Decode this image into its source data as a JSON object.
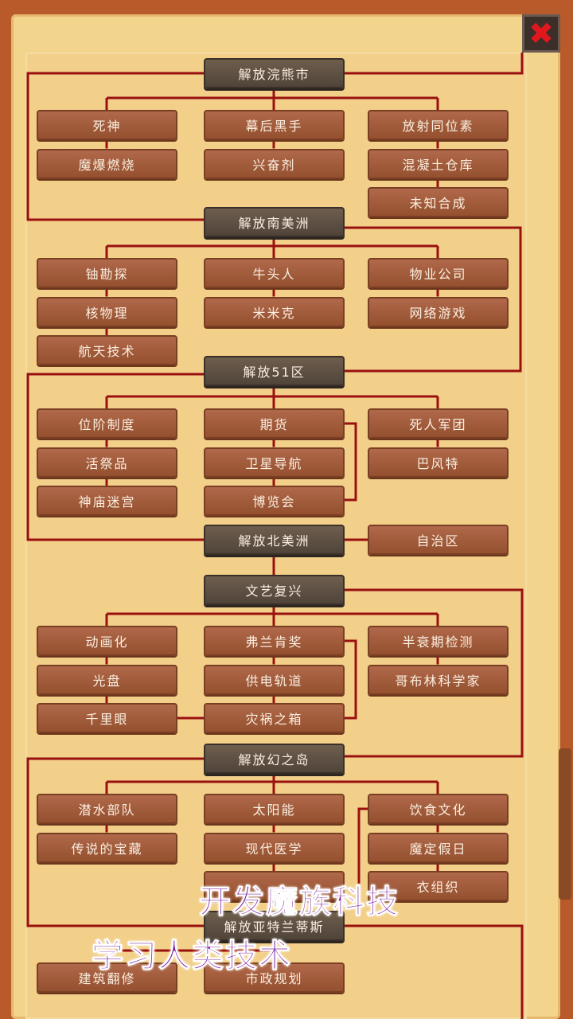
{
  "sections": [
    {
      "title": "解放浣熊市",
      "columns": [
        [
          "死神",
          "魔爆燃烧"
        ],
        [
          "幕后黑手",
          "兴奋剂"
        ],
        [
          "放射同位素",
          "混凝土仓库",
          "未知合成"
        ]
      ]
    },
    {
      "title": "解放南美洲",
      "columns": [
        [
          "铀勘探",
          "核物理",
          "航天技术"
        ],
        [
          "牛头人",
          "米米克"
        ],
        [
          "物业公司",
          "网络游戏"
        ]
      ]
    },
    {
      "title": "解放51区",
      "columns": [
        [
          "位阶制度",
          "活祭品",
          "神庙迷宫"
        ],
        [
          "期货",
          "卫星导航",
          "博览会"
        ],
        [
          "死人军团",
          "巴风特"
        ]
      ]
    },
    {
      "title": "解放北美洲",
      "side": "自治区",
      "columns": []
    },
    {
      "title": "文艺复兴",
      "columns": [
        [
          "动画化",
          "光盘",
          "千里眼"
        ],
        [
          "弗兰肯奖",
          "供电轨道",
          "灾祸之箱"
        ],
        [
          "半衰期检测",
          "哥布林科学家"
        ]
      ]
    },
    {
      "title": "解放幻之岛",
      "columns": [
        [
          "潜水部队",
          "传说的宝藏"
        ],
        [
          "太阳能",
          "现代医学",
          ""
        ],
        [
          "饮食文化",
          "魔定假日",
          "衣组织"
        ]
      ]
    },
    {
      "title": "解放亚特兰蒂斯",
      "columns": [
        [
          "建筑翻修"
        ],
        [
          "市政规划"
        ]
      ]
    }
  ],
  "overlay": {
    "line1": "开发魔族科技",
    "line2": "学习人类技术"
  },
  "close_icon": "close-x-icon",
  "colors": {
    "line": "#9a1010",
    "overlay_text": "#7b1fa2",
    "close": "#e0181e"
  }
}
